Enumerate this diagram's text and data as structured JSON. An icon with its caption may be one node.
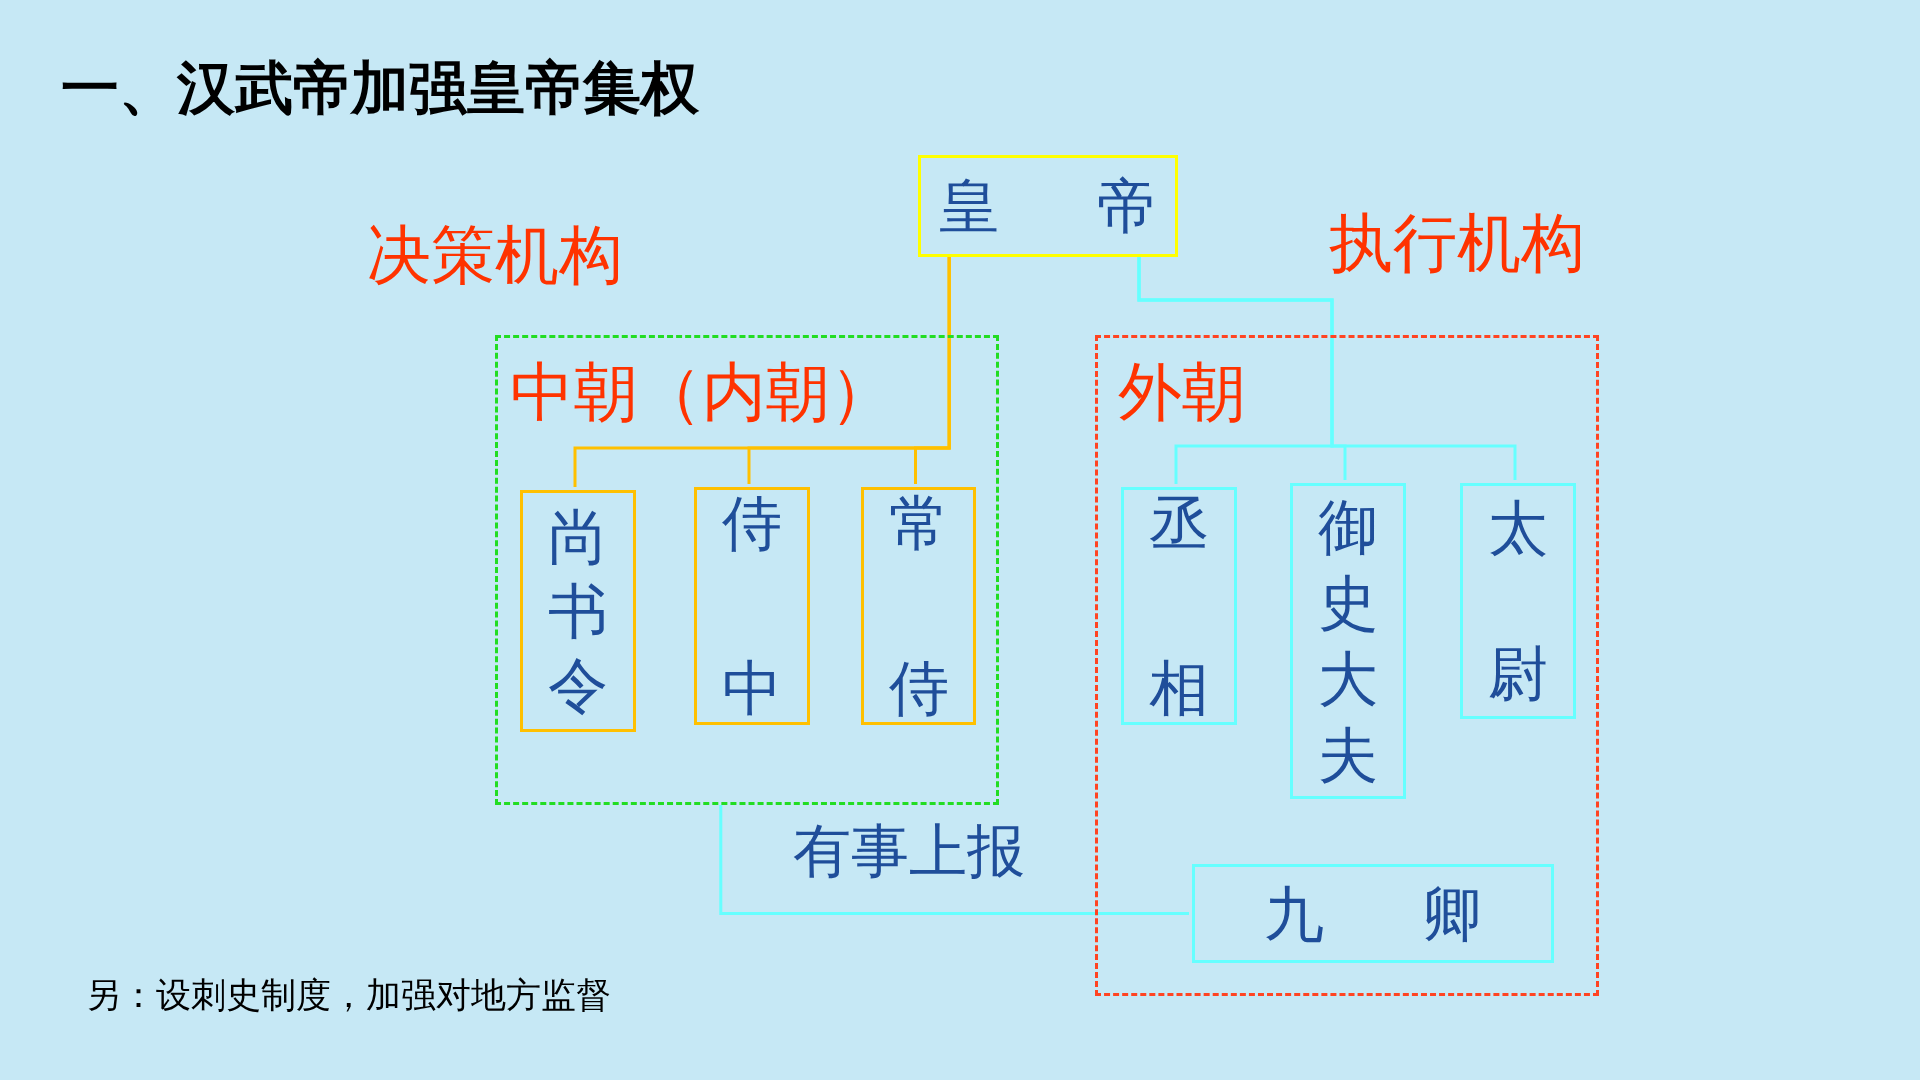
{
  "diagram": {
    "title": "一、汉武帝加强皇帝集权",
    "nodes": [
      {
        "text": [
          "皇帝"
        ]
      },
      {
        "text": [
          "中朝（内朝）"
        ],
        "beside": [
          "决策机构"
        ]
      },
      {
        "text": [
          "尚书令"
        ],
        "in": 1
      },
      {
        "text": [
          "侍中"
        ],
        "in": 1
      },
      {
        "text": [
          "常侍"
        ],
        "in": 1
      },
      {
        "text": [
          "外朝"
        ],
        "beside": [
          "执行机构"
        ]
      },
      {
        "text": [
          "丞相"
        ],
        "in": 5
      },
      {
        "text": [
          "御史大夫"
        ],
        "in": 5
      },
      {
        "text": [
          "太尉"
        ],
        "in": 5
      },
      {
        "text": [
          "九卿"
        ],
        "in": 5
      }
    ],
    "edges": [
      {
        "from": 0,
        "to": 2,
        "arrow": "none",
        "color": "#ffc000"
      },
      {
        "from": 0,
        "to": 3,
        "arrow": "none",
        "color": "#ffc000"
      },
      {
        "from": 0,
        "to": 4,
        "arrow": "none",
        "color": "#ffc000"
      },
      {
        "from": 0,
        "to": 6,
        "arrow": "none"
      },
      {
        "from": 0,
        "to": 7,
        "arrow": "none"
      },
      {
        "from": 0,
        "to": 8,
        "arrow": "none"
      },
      {
        "from": 9,
        "to": 1,
        "arrow": "none",
        "label": "有事上报"
      }
    ],
    "labels": [
      "另：设刺史制度，加强对地方监督"
    ]
  }
}
